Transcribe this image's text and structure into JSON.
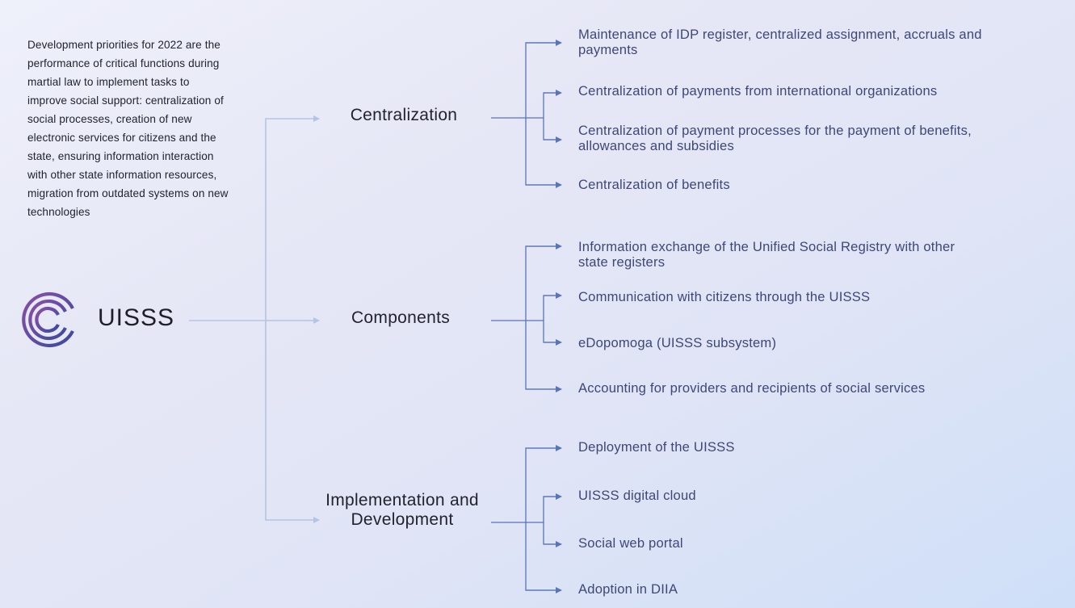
{
  "intro_text": "Development priorities for 2022 are the performance of critical functions during martial law to implement tasks to improve social support: centralization of social processes, creation of new electronic services for citizens and the state, ensuring information interaction with other state information resources, migration from outdated systems on new technologies",
  "brand": {
    "name": "UISSS",
    "logo_icon": "concentric-c-logo-icon"
  },
  "colors": {
    "primary_link": "#b7c3e4",
    "branch_link": "#5a74b8",
    "item_text": "#3f4778",
    "logo_start": "#7b4aa0",
    "logo_end": "#3d4a9e"
  },
  "categories": [
    {
      "label": "Centralization",
      "items": [
        "Maintenance of IDP register, centralized assignment, accruals and payments",
        "Centralization of payments from international organizations",
        "Centralization of payment processes for the payment of benefits, allowances and subsidies",
        "Centralization of benefits"
      ]
    },
    {
      "label": "Components",
      "items": [
        "Information exchange of the Unified Social Registry with other state registers",
        "Communication with citizens through the UISSS",
        "eDopomoga (UISSS subsystem)",
        "Accounting for providers and recipients of social services"
      ]
    },
    {
      "label": "Implementation and Development",
      "items": [
        "Deployment of the UISSS",
        "UISSS digital cloud",
        "Social web portal",
        "Adoption in DIIA"
      ]
    }
  ]
}
